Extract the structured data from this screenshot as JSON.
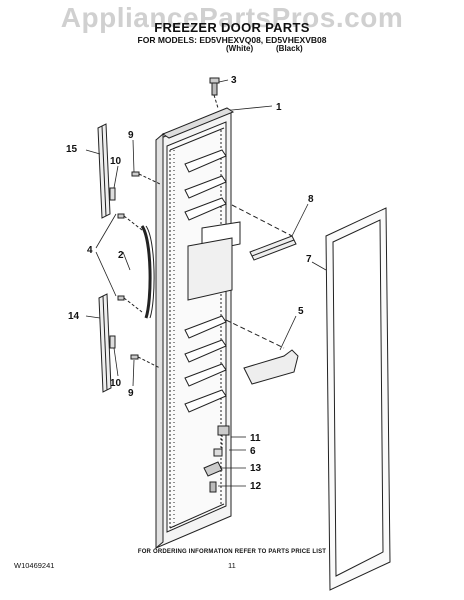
{
  "watermark": "AppliancePartsPros.com",
  "title": "FREEZER DOOR PARTS",
  "models_line": "FOR MODELS: ED5VHEXVQ08, ED5VHEXVB08",
  "variant_white": "(White)",
  "variant_black": "(Black)",
  "footer_info": "FOR ORDERING INFORMATION REFER TO PARTS PRICE LIST",
  "doc_id": "W10469241",
  "page_number": "11",
  "callouts": {
    "c1": "1",
    "c2": "2",
    "c3": "3",
    "c4": "4",
    "c5": "5",
    "c6": "6",
    "c7": "7",
    "c8": "8",
    "c9a": "9",
    "c9b": "9",
    "c10a": "10",
    "c10b": "10",
    "c11": "11",
    "c12": "12",
    "c13": "13",
    "c14": "14",
    "c15": "15"
  }
}
